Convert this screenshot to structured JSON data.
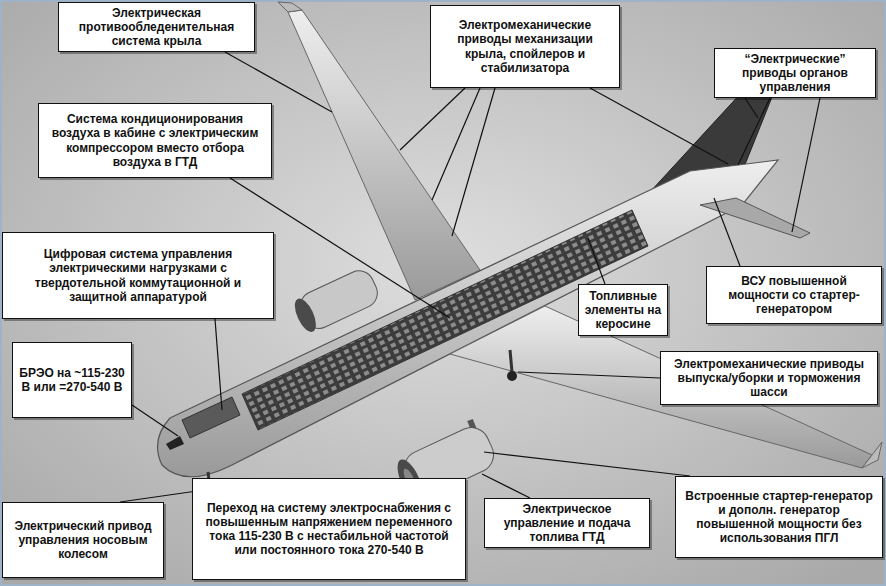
{
  "diagram": {
    "nodes": [
      {
        "text": [
          "Электрическая противообледенительная система крыла"
        ]
      },
      {
        "text": [
          "Электромеханические приводы механизации крыла, спойлеров и стабилизатора"
        ]
      },
      {
        "text": [
          "“Электрические” приводы органов управления"
        ]
      },
      {
        "text": [
          "Система кондиционирования воздуха в кабине с электрическим компрессором вместо отбора воздуха в ГТД"
        ]
      },
      {
        "text": [
          "Цифровая система управления электрическими нагрузками с твердотельной коммутационной и защитной аппаратурой"
        ]
      },
      {
        "text": [
          "Топливные элементы на керосине"
        ]
      },
      {
        "text": [
          "ВСУ повышенной мощности со стартер-генератором"
        ]
      },
      {
        "text": [
          "Электромеханические приводы выпуска/уборки и торможения шасси"
        ]
      },
      {
        "text": [
          "БРЭО на ~115-230 В или =270-540 В"
        ]
      },
      {
        "text": [
          "Электрический привод управления носовым колесом"
        ]
      },
      {
        "text": [
          "Переход на систему электроснабжения с повышенным напряжением переменного тока 115-230 В с нестабильной частотой или постоянного тока 270-540 В"
        ]
      },
      {
        "text": [
          "Электрическое управление и подача топлива ГТД"
        ]
      },
      {
        "text": [
          "Встроенные стартер-генератор и дополн. генератор повышенной мощности без использования ПГЛ"
        ]
      }
    ]
  }
}
